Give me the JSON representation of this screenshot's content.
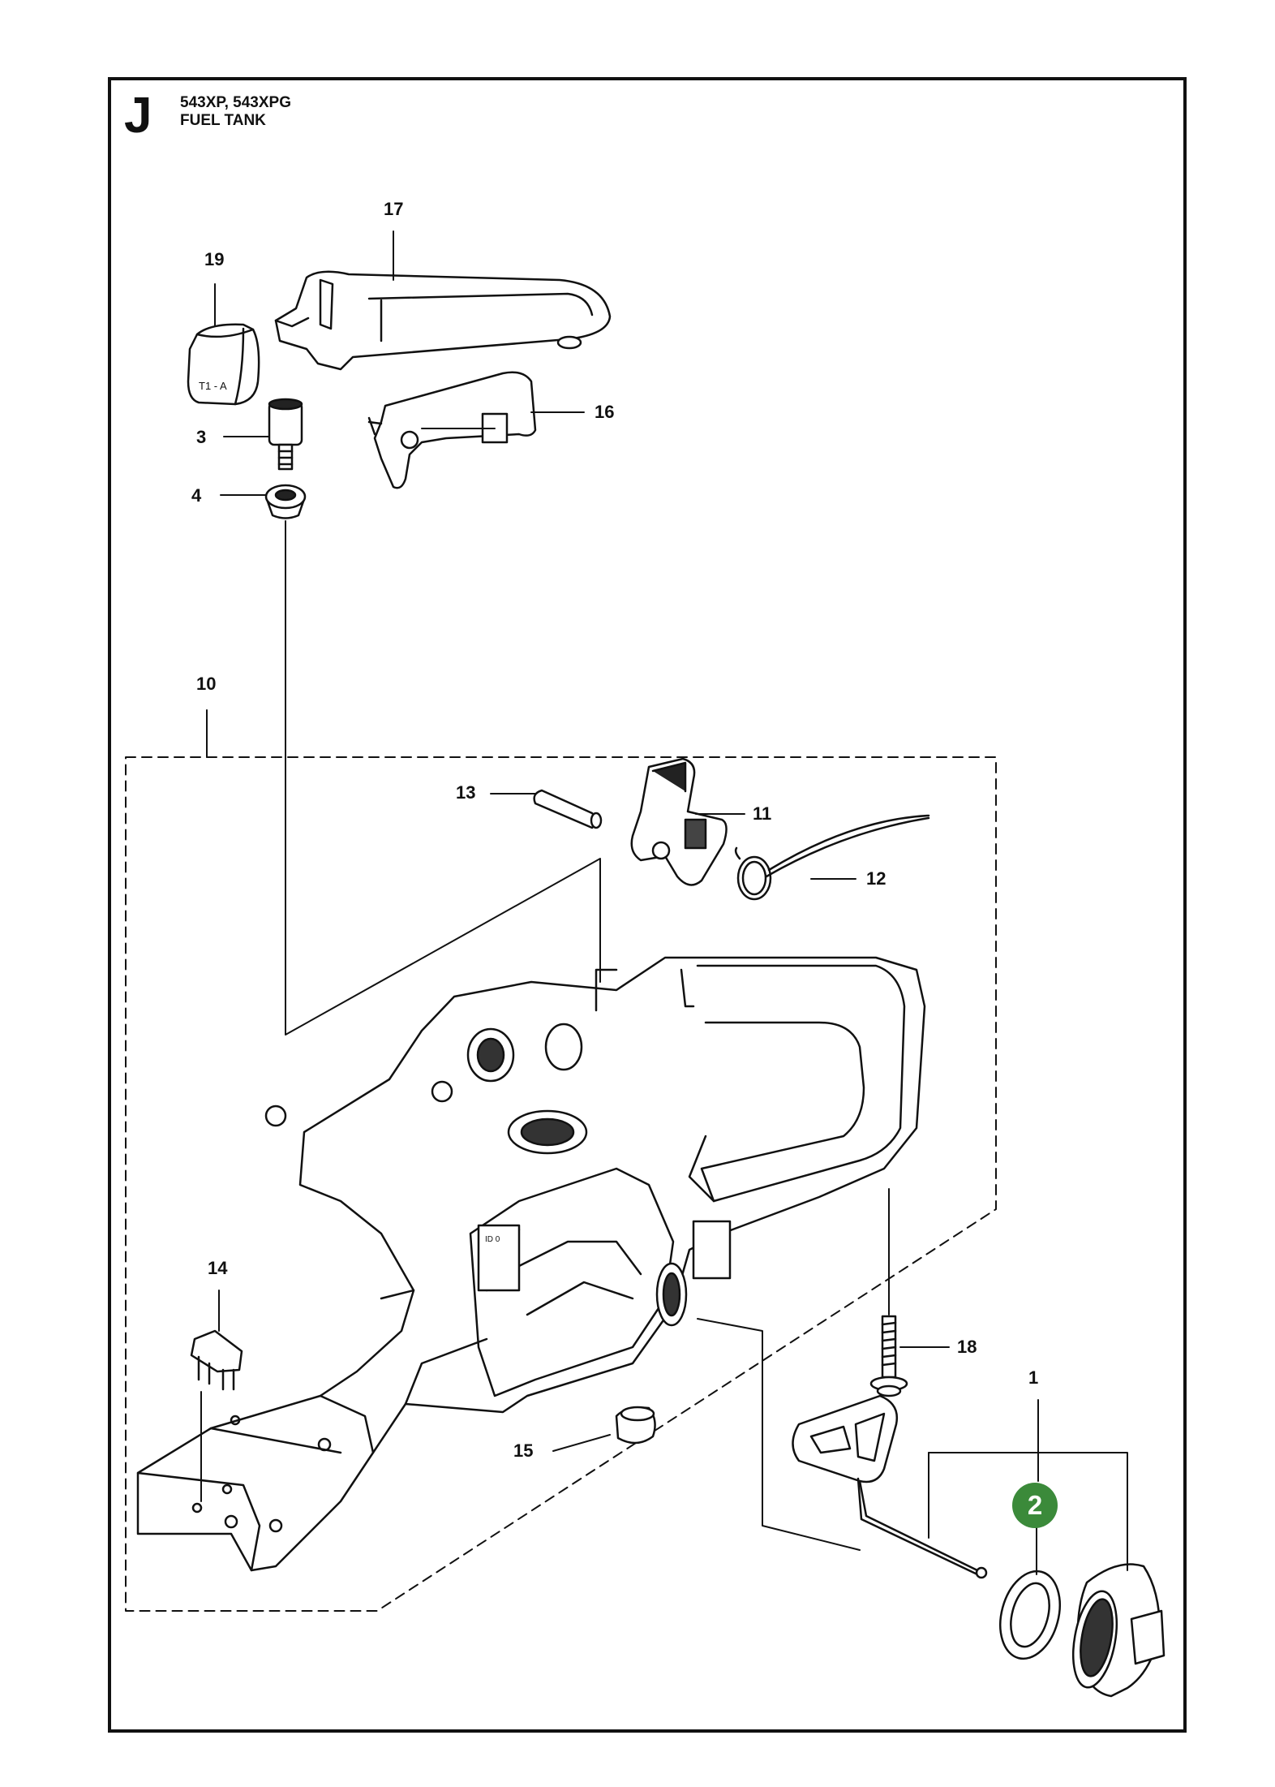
{
  "header": {
    "section_letter": "J",
    "model_line": "543XP, 543XPG",
    "section_title": "FUEL TANK"
  },
  "callouts": {
    "p1": "1",
    "p2": "2",
    "p3": "3",
    "p4": "4",
    "p10": "10",
    "p11": "11",
    "p12": "12",
    "p13": "13",
    "p14": "14",
    "p15": "15",
    "p16": "16",
    "p17": "17",
    "p18": "18",
    "p19": "19"
  },
  "highlight": {
    "part": "2",
    "color": "#3b8a3a"
  }
}
